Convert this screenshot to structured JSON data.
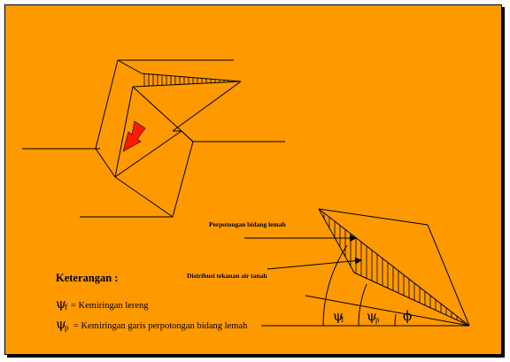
{
  "colors": {
    "background": "#FF9900",
    "line": "#000000",
    "arrow": "#FF1A00"
  },
  "labels": {
    "intersection": "Perpotongan bidang lemah",
    "water_pressure": "Distribusi tekanan air tanah"
  },
  "angles": {
    "psi_f": {
      "symbol": "ψ",
      "sub": "f"
    },
    "psi_p": {
      "symbol": "ψ",
      "sub": "p"
    },
    "phi": {
      "symbol": "ϕ"
    }
  },
  "legend": {
    "title": "Keterangan :",
    "items": [
      {
        "symbol": "ψ",
        "sub": "f",
        "text": "= Kemiringan lereng"
      },
      {
        "symbol": "ψ",
        "sub": "p",
        "text": "= Kemiringan garis perpotongan bidang lemah"
      }
    ]
  }
}
